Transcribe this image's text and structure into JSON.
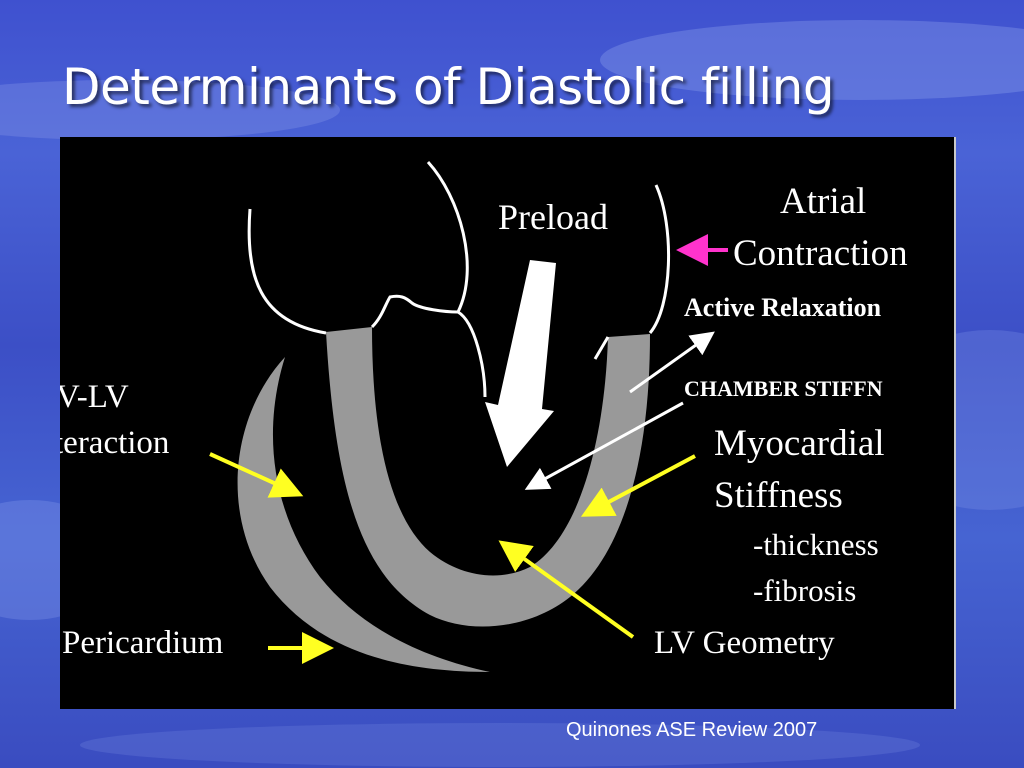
{
  "slide": {
    "title": "Determinants of Diastolic filling",
    "citation": "Quinones ASE Review 2007"
  },
  "diagram": {
    "labels": {
      "preload": "Preload",
      "atrial_line1": "Atrial",
      "atrial_line2": "Contraction",
      "active_relaxation": "Active Relaxation",
      "chamber_stiffness": "CHAMBER STIFFN",
      "myocardial_line1": "Myocardial",
      "myocardial_line2": "Stiffness",
      "thickness": "-thickness",
      "fibrosis": "-fibrosis",
      "rvlv_line1": "V-LV",
      "rvlv_line2": "teraction",
      "pericardium": "Pericardium",
      "lv_geometry": "LV Geometry"
    },
    "colors": {
      "panel_background": "#000000",
      "wall_fill": "#999999",
      "yellow_arrow": "#ffff22",
      "white_arrow": "#ffffff",
      "magenta_arrow": "#ff33cc",
      "text": "#ffffff"
    }
  }
}
